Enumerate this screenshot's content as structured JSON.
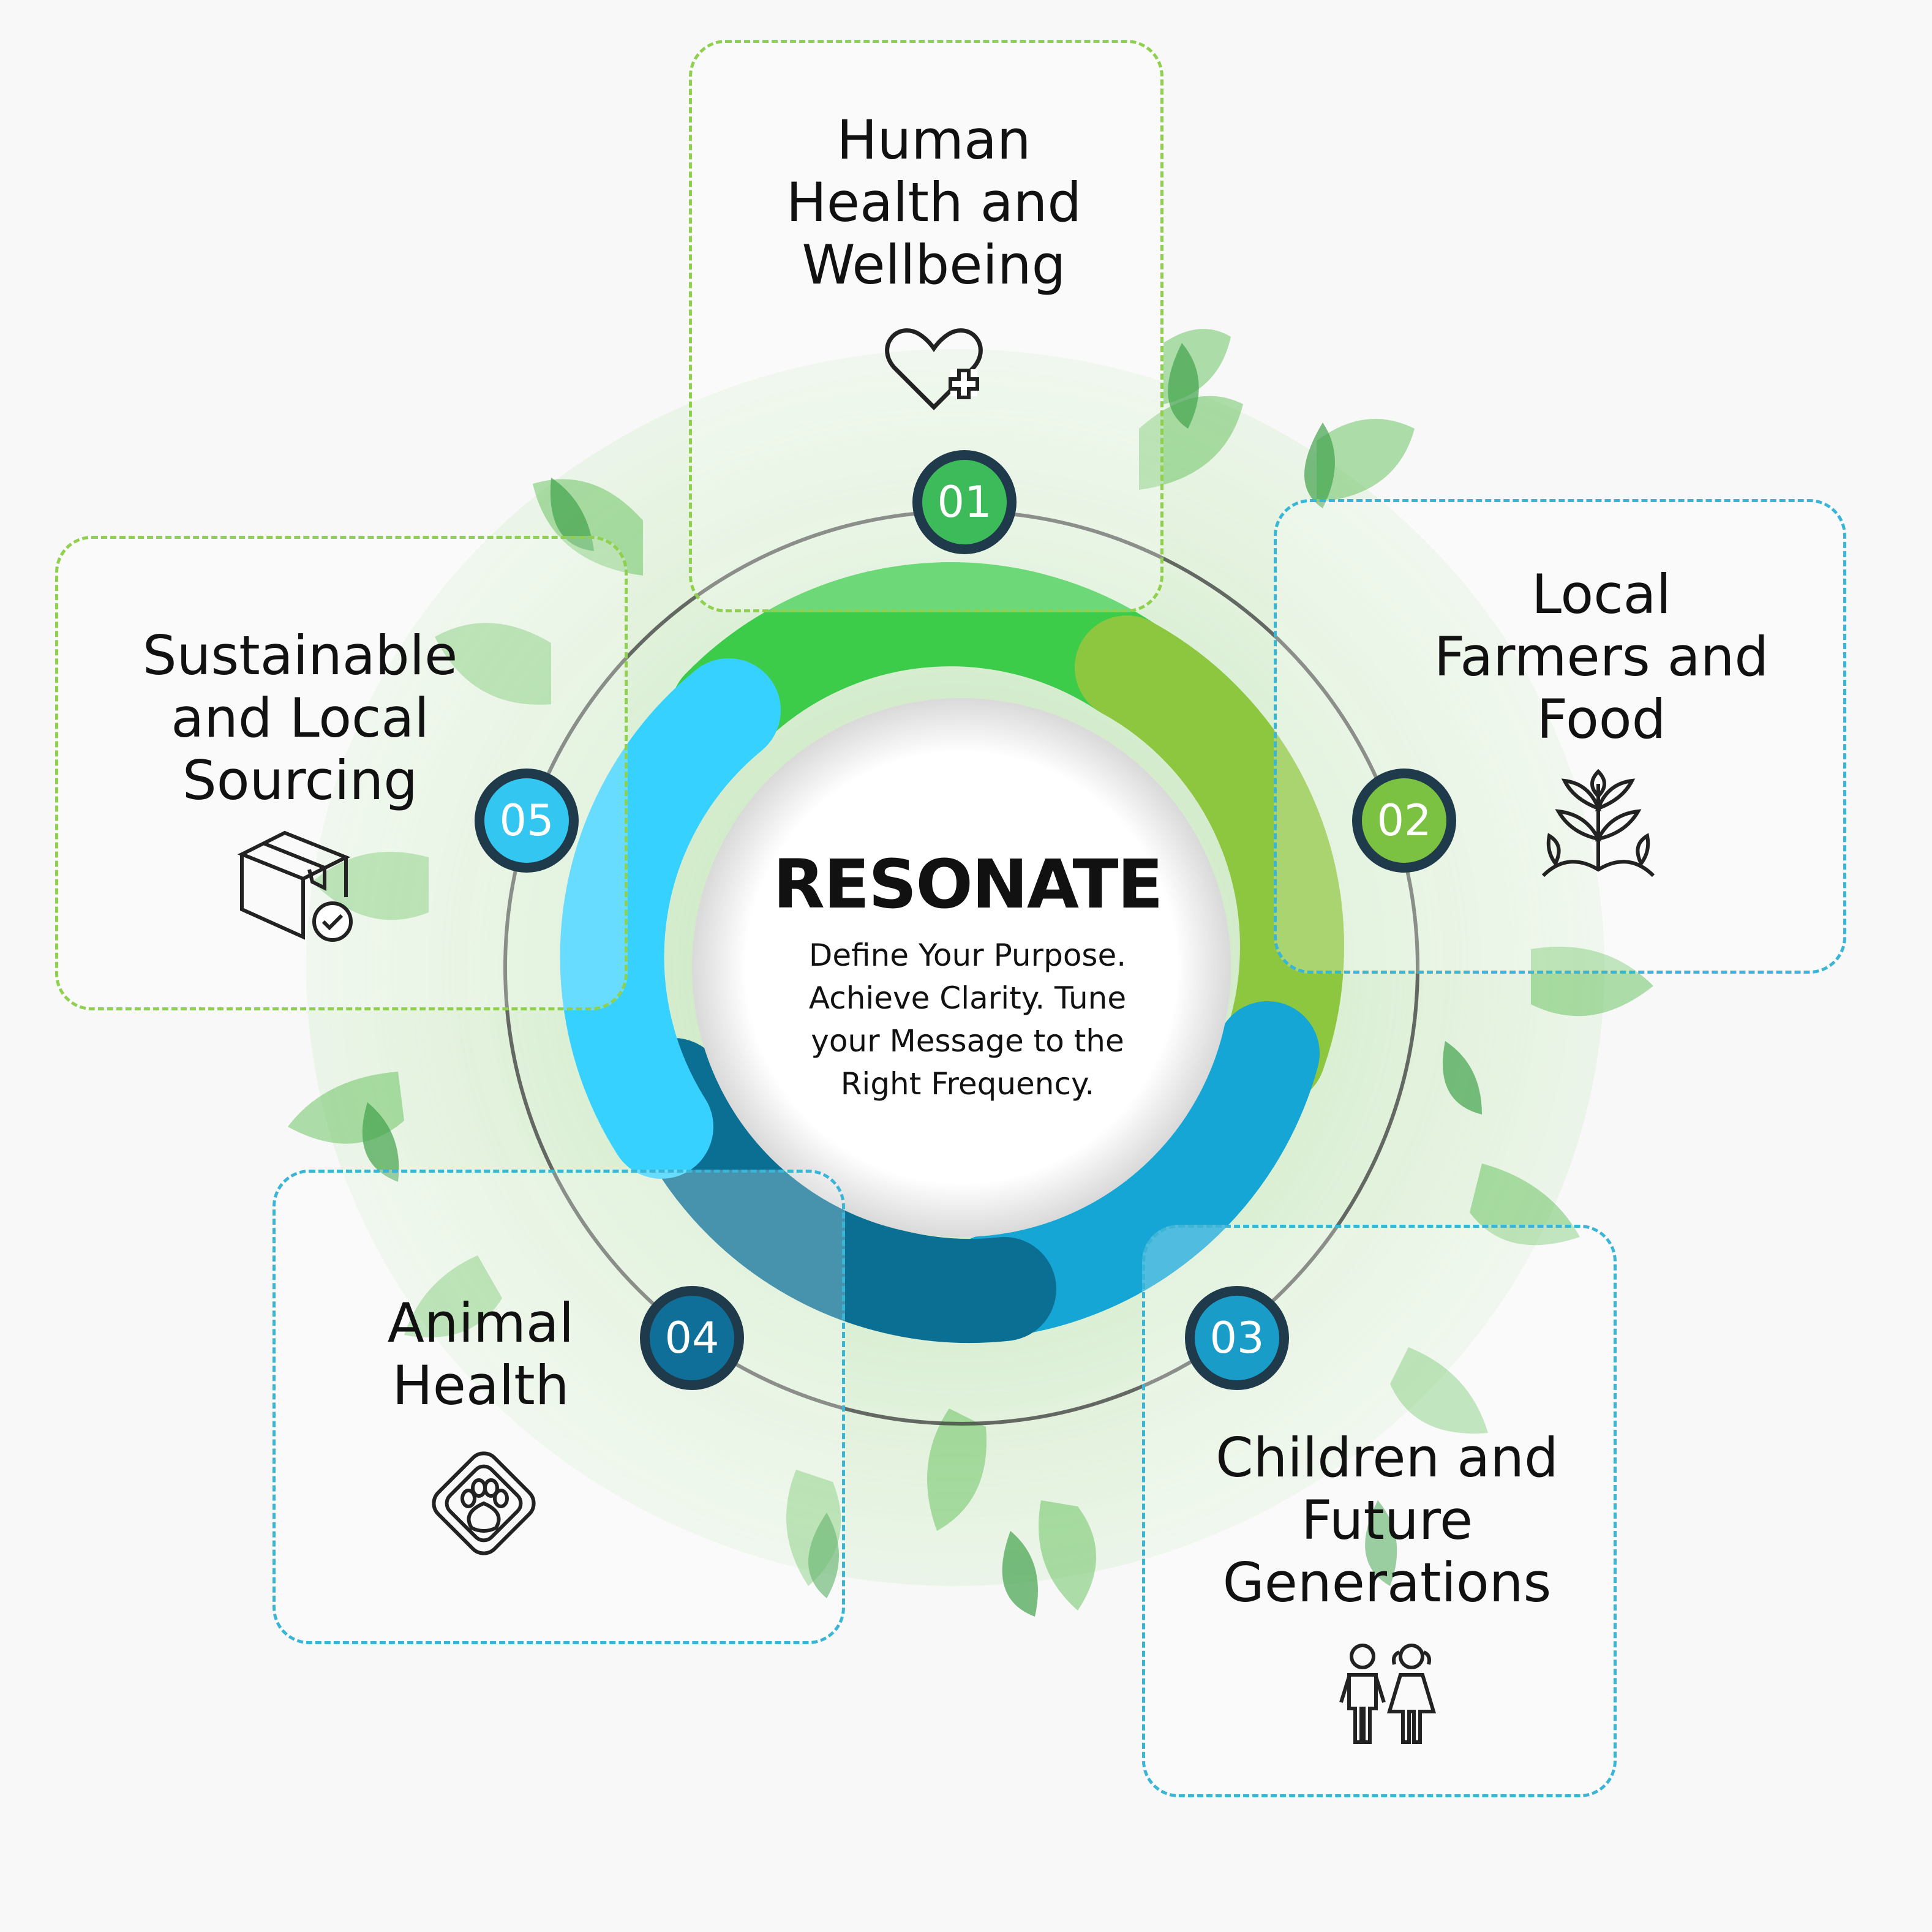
{
  "center": {
    "title": "RESONATE",
    "text": "Define Your Purpose. Achieve Clarity. Tune your Message to the Right Frequency."
  },
  "items": [
    {
      "number": "01",
      "label": "Human\nHealth and\nWellbeing",
      "icon": "heart-plus-icon",
      "color": "#3dbb5a"
    },
    {
      "number": "02",
      "label": "Local\nFarmers and\nFood",
      "icon": "plant-sprout-icon",
      "color": "#7cc242"
    },
    {
      "number": "03",
      "label": "Children and\nFuture\nGenerations",
      "icon": "children-icon",
      "color": "#1a9cc9"
    },
    {
      "number": "04",
      "label": "Animal\nHealth",
      "icon": "paw-icon",
      "color": "#0f6f98"
    },
    {
      "number": "05",
      "label": "Sustainable\nand Local\nSourcing",
      "icon": "box-check-icon",
      "color": "#33c6f0"
    }
  ],
  "colors": {
    "green": "#3dcb4a",
    "lime": "#8dc63f",
    "sky": "#36d1ff",
    "blue": "#16a6d6",
    "navy": "#0a6f93",
    "ring": "#1f3a4b"
  }
}
